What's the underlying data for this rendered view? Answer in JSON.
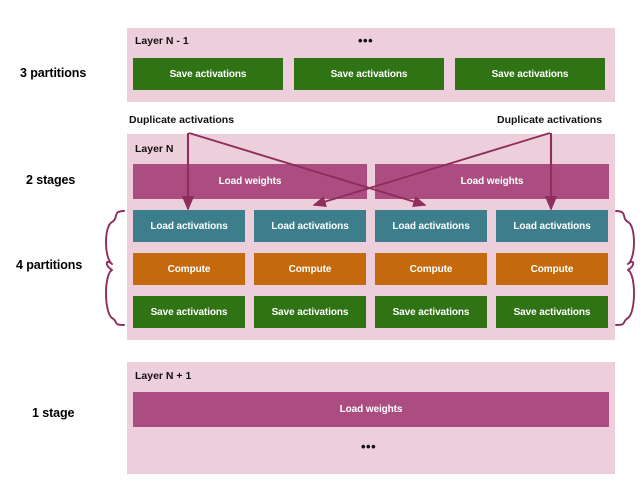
{
  "figure": {
    "accent_color": "#8f2d5c",
    "panel_background": "#edcfdc",
    "page_background": "#ffffff"
  },
  "row_labels": [
    {
      "id": "3-partitions",
      "text": "3 partitions"
    },
    {
      "id": "2-stages",
      "text": "2 stages"
    },
    {
      "id": "4-partitions",
      "text": "4 partitions"
    },
    {
      "id": "1-stage",
      "text": "1 stage"
    }
  ],
  "annotations": {
    "duplicate_left": "Duplicate activations",
    "duplicate_right": "Duplicate activations",
    "ellipsis_top": "•••",
    "ellipsis_bottom": "•••"
  },
  "layers": [
    {
      "id": "layer-n-minus-1",
      "title": "Layer N - 1",
      "rows": [
        {
          "kind": "save",
          "color": "#2f7314",
          "boxes": [
            {
              "label": "Save activations"
            },
            {
              "label": "Save activations"
            },
            {
              "label": "Save activations"
            }
          ]
        }
      ]
    },
    {
      "id": "layer-n",
      "title": "Layer N",
      "rows": [
        {
          "kind": "weights",
          "color": "#ab4d80",
          "boxes": [
            {
              "label": "Load weights"
            },
            {
              "label": "Load weights"
            }
          ]
        },
        {
          "kind": "load",
          "color": "#3c7e8c",
          "boxes": [
            {
              "label": "Load activations"
            },
            {
              "label": "Load activations"
            },
            {
              "label": "Load activations"
            },
            {
              "label": "Load activations"
            }
          ]
        },
        {
          "kind": "compute",
          "color": "#c4690c",
          "boxes": [
            {
              "label": "Compute"
            },
            {
              "label": "Compute"
            },
            {
              "label": "Compute"
            },
            {
              "label": "Compute"
            }
          ]
        },
        {
          "kind": "save",
          "color": "#2f7314",
          "boxes": [
            {
              "label": "Save activations"
            },
            {
              "label": "Save activations"
            },
            {
              "label": "Save activations"
            },
            {
              "label": "Save activations"
            }
          ]
        }
      ]
    },
    {
      "id": "layer-n-plus-1",
      "title": "Layer N + 1",
      "rows": [
        {
          "kind": "weights",
          "color": "#ab4d80",
          "boxes": [
            {
              "label": "Load weights"
            }
          ]
        }
      ]
    }
  ]
}
